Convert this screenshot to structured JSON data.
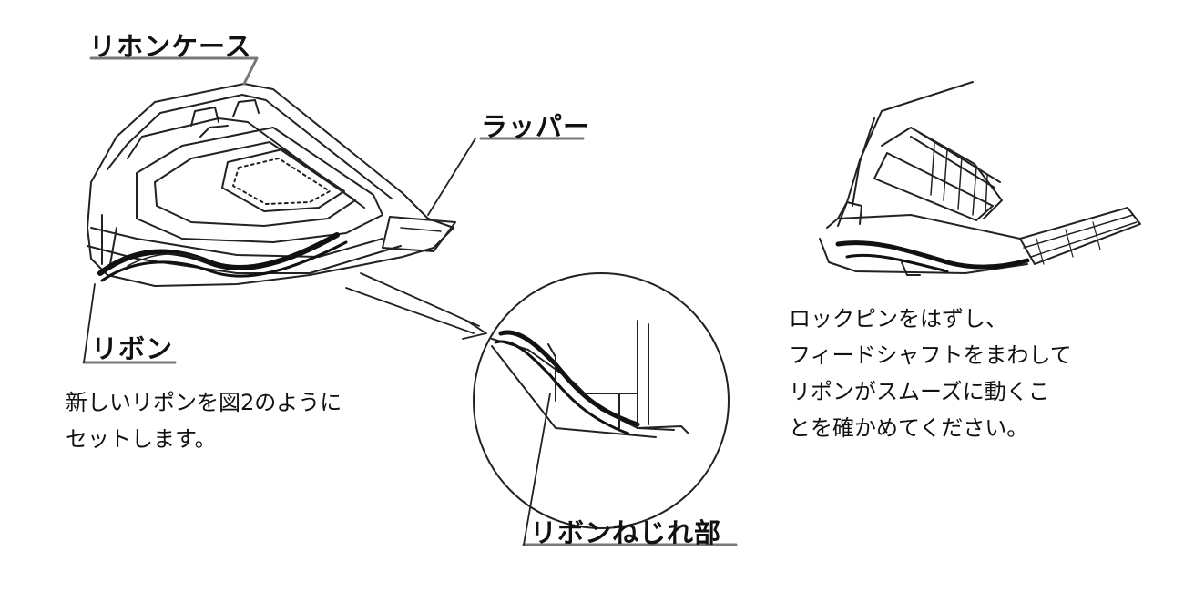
{
  "labels": {
    "ribbon_case": "リホンケース",
    "wrapper": "ラッパー",
    "ribbon": "リボン",
    "twist": "リボンねじれ部"
  },
  "notes": {
    "left": [
      "新しいリポンを図2のように",
      "セットします。"
    ],
    "right": [
      "ロックピンをはずし、",
      "フィードシャフトをまわして",
      "リポンがスムーズに動くこ",
      "とを確かめてください。"
    ]
  },
  "colors": {
    "ink": "#111111",
    "underline": "#777777"
  }
}
